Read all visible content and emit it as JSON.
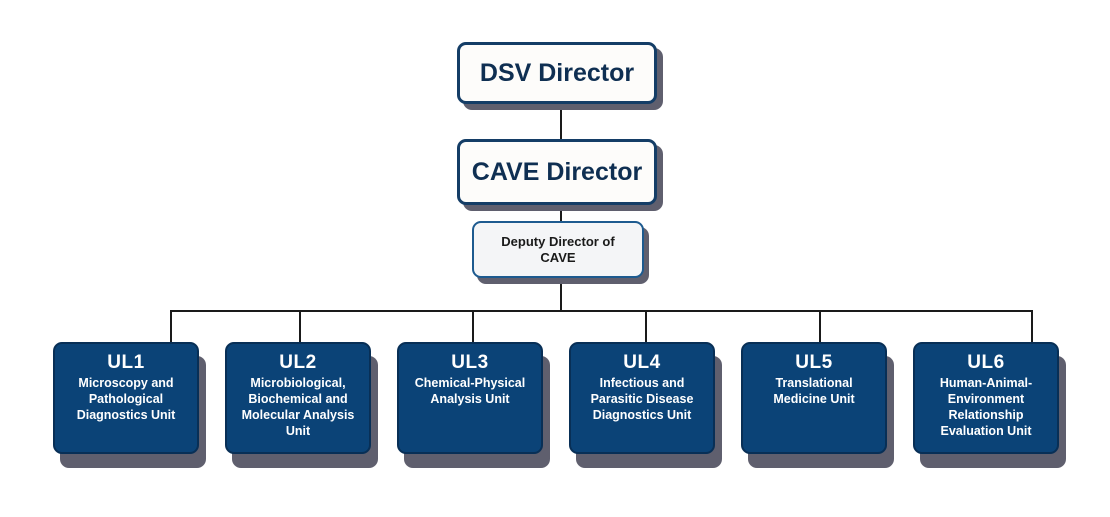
{
  "top": [
    {
      "id": "dsv-director",
      "label": "DSV Director"
    },
    {
      "id": "cave-director",
      "label": "CAVE Director"
    }
  ],
  "deputy": {
    "label": "Deputy Director of CAVE"
  },
  "units": [
    {
      "code": "UL1",
      "name": "Microscopy and Pathological Diagnostics Unit"
    },
    {
      "code": "UL2",
      "name": "Microbiological, Biochemical and Molecular Analysis Unit"
    },
    {
      "code": "UL3",
      "name": "Chemical-Physical Analysis Unit"
    },
    {
      "code": "UL4",
      "name": "Infectious and Parasitic Disease Diagnostics Unit"
    },
    {
      "code": "UL5",
      "name": "Translational Medicine Unit"
    },
    {
      "code": "UL6",
      "name": "Human-Animal-Environment Relationship Evaluation Unit"
    }
  ],
  "colors": {
    "top_border": "#143d66",
    "top_text": "#0f2f52",
    "unit_fill": "#0b4377",
    "shadow": "#5f5f6e",
    "connector": "#1a1a1a"
  }
}
